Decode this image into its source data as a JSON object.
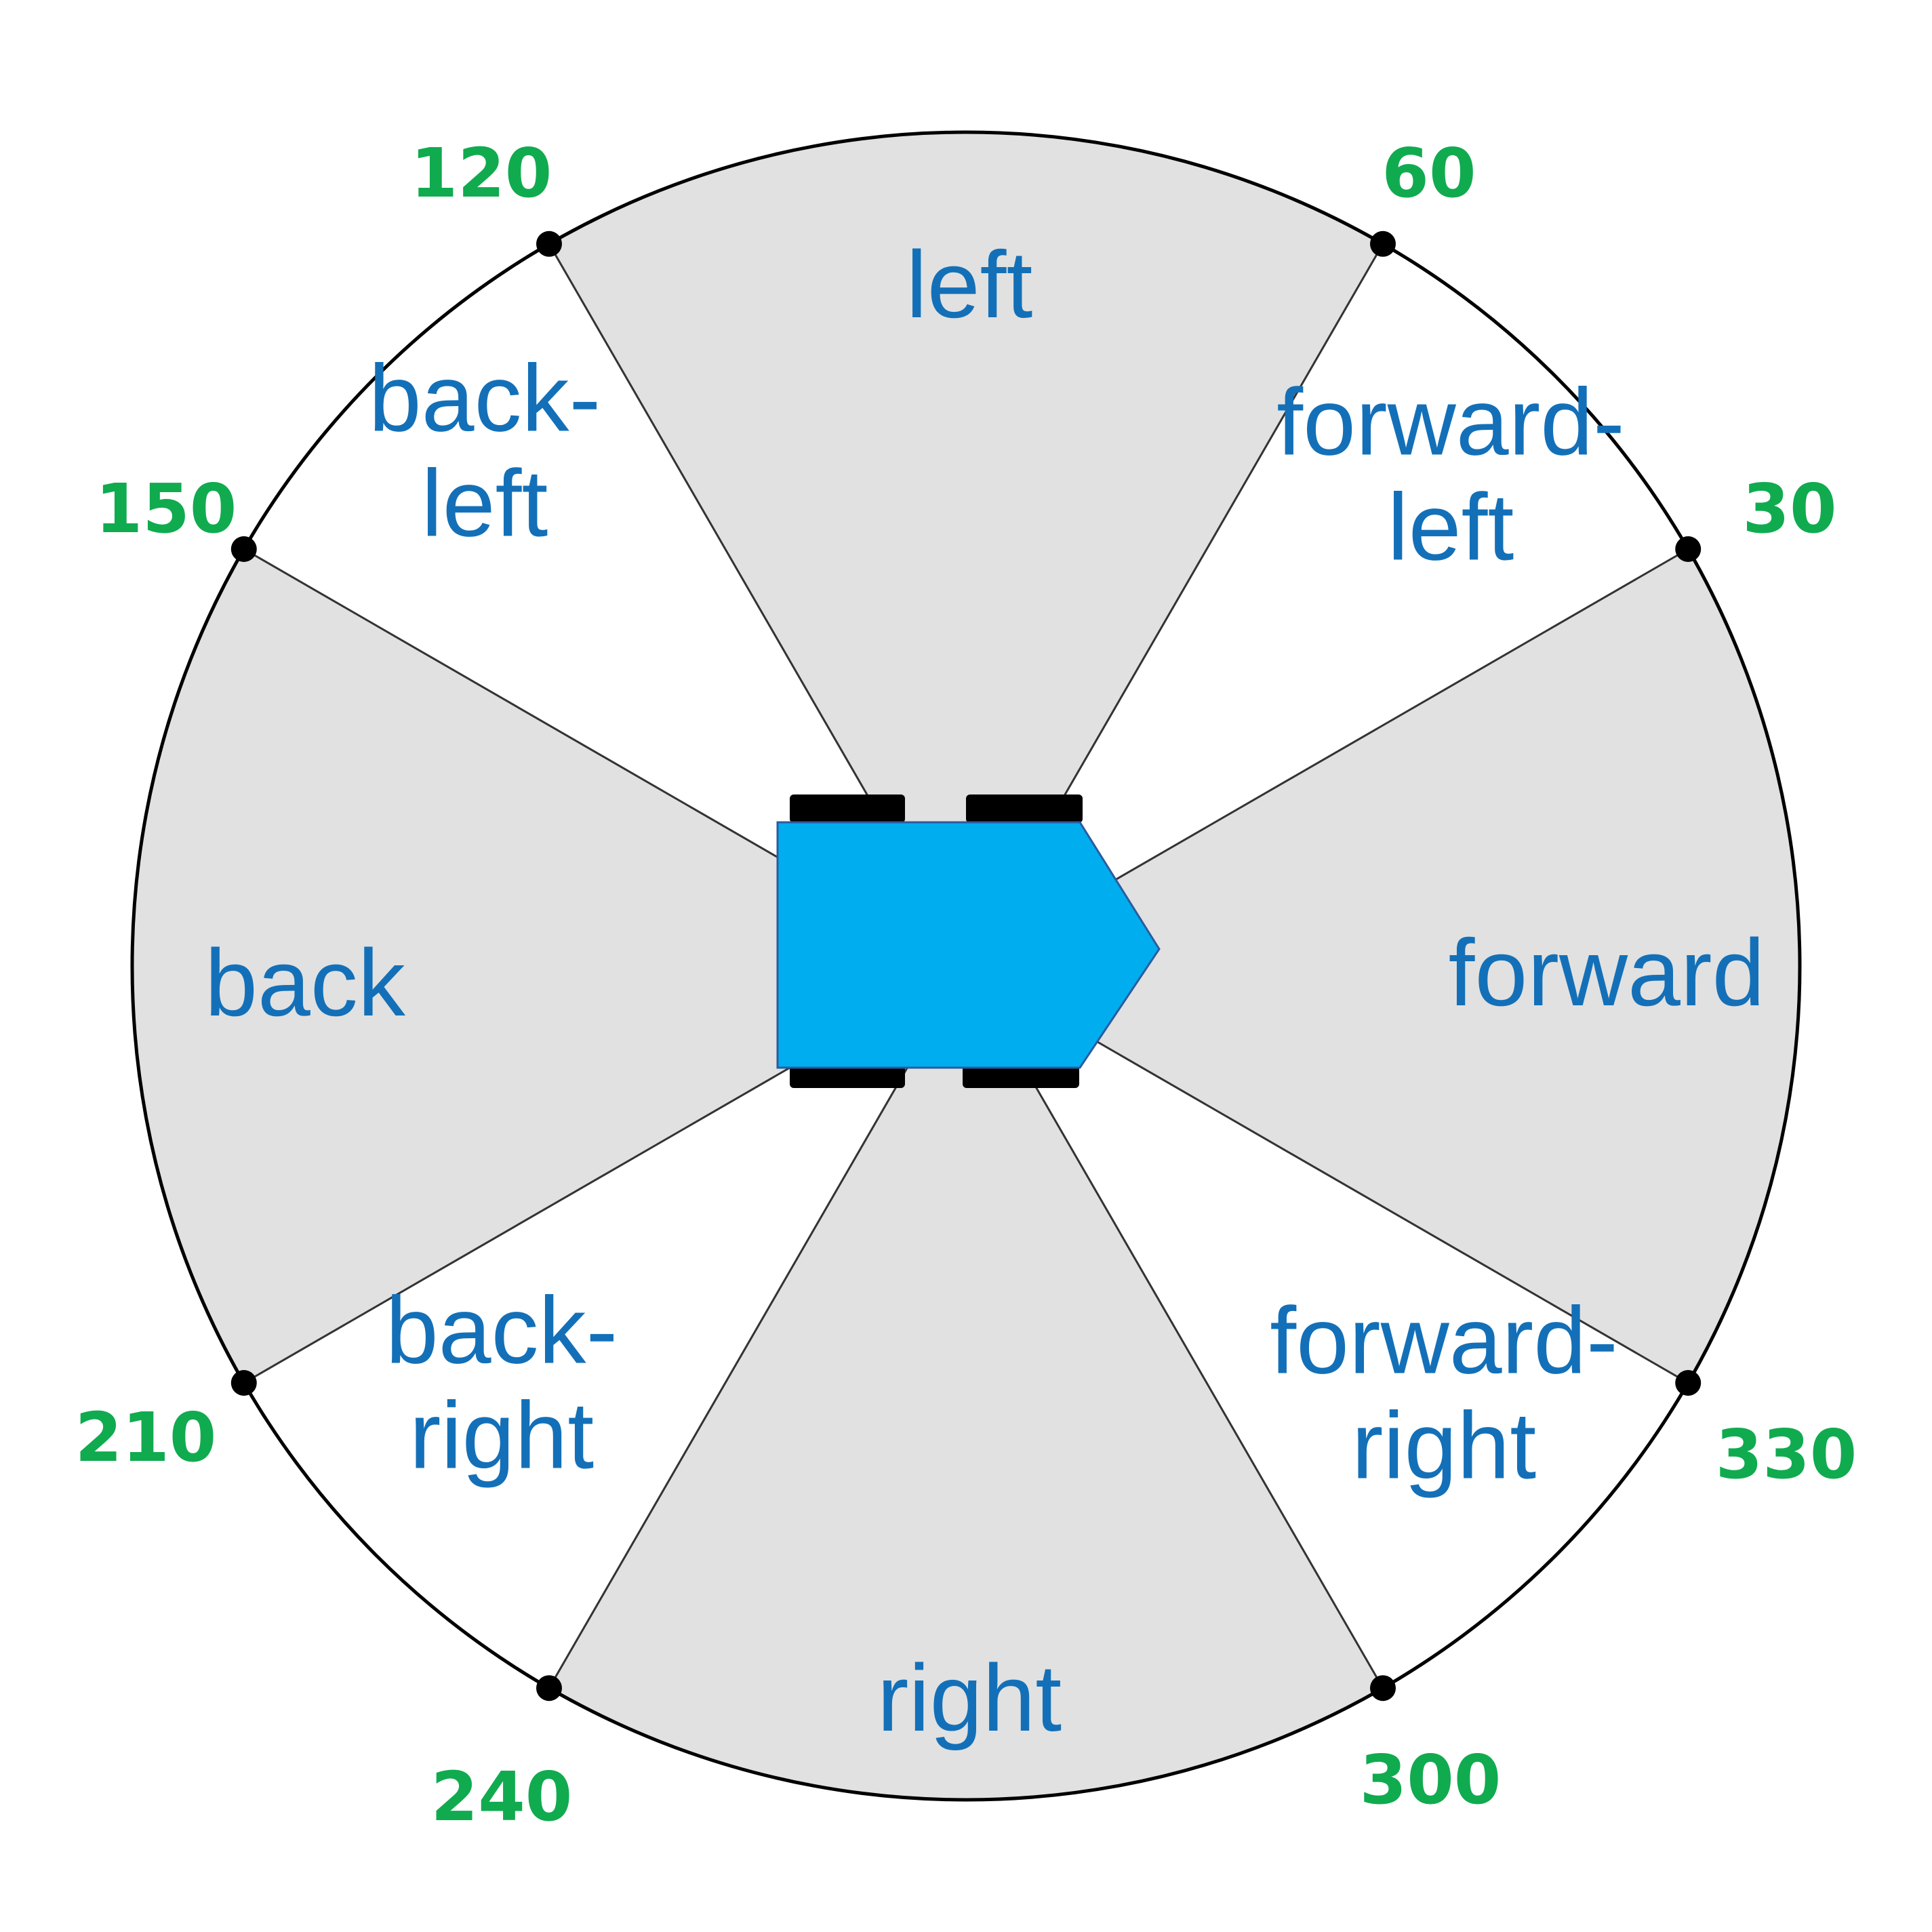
{
  "diagram": {
    "sectors": [
      {
        "id": "forward",
        "from": 330,
        "to": 30,
        "shaded": true,
        "lines": [
          "forward"
        ]
      },
      {
        "id": "forward-left",
        "from": 30,
        "to": 60,
        "shaded": false,
        "lines": [
          "forward-",
          "left"
        ]
      },
      {
        "id": "left",
        "from": 60,
        "to": 120,
        "shaded": true,
        "lines": [
          "left"
        ]
      },
      {
        "id": "back-left",
        "from": 120,
        "to": 150,
        "shaded": false,
        "lines": [
          "back-",
          "left"
        ]
      },
      {
        "id": "back",
        "from": 150,
        "to": 210,
        "shaded": true,
        "lines": [
          "back"
        ]
      },
      {
        "id": "back-right",
        "from": 210,
        "to": 240,
        "shaded": false,
        "lines": [
          "back-",
          "right"
        ]
      },
      {
        "id": "right",
        "from": 240,
        "to": 300,
        "shaded": true,
        "lines": [
          "right"
        ]
      },
      {
        "id": "forward-right",
        "from": 300,
        "to": 330,
        "shaded": false,
        "lines": [
          "forward-",
          "right"
        ]
      }
    ],
    "angles": [
      {
        "value": 30,
        "label": "30"
      },
      {
        "value": 60,
        "label": "60"
      },
      {
        "value": 120,
        "label": "120"
      },
      {
        "value": 150,
        "label": "150"
      },
      {
        "value": 210,
        "label": "210"
      },
      {
        "value": 240,
        "label": "240"
      },
      {
        "value": 300,
        "label": "300"
      },
      {
        "value": 330,
        "label": "330"
      }
    ],
    "colors": {
      "shaded_sector": "#e1e1e1",
      "unshaded_sector": "#ffffff",
      "sector_text": "#1370b8",
      "angle_text": "#10ab4f",
      "robot_body": "#00aeef",
      "robot_outline": "#2b5b9e",
      "wheel": "#000000",
      "outline": "#000000"
    }
  }
}
